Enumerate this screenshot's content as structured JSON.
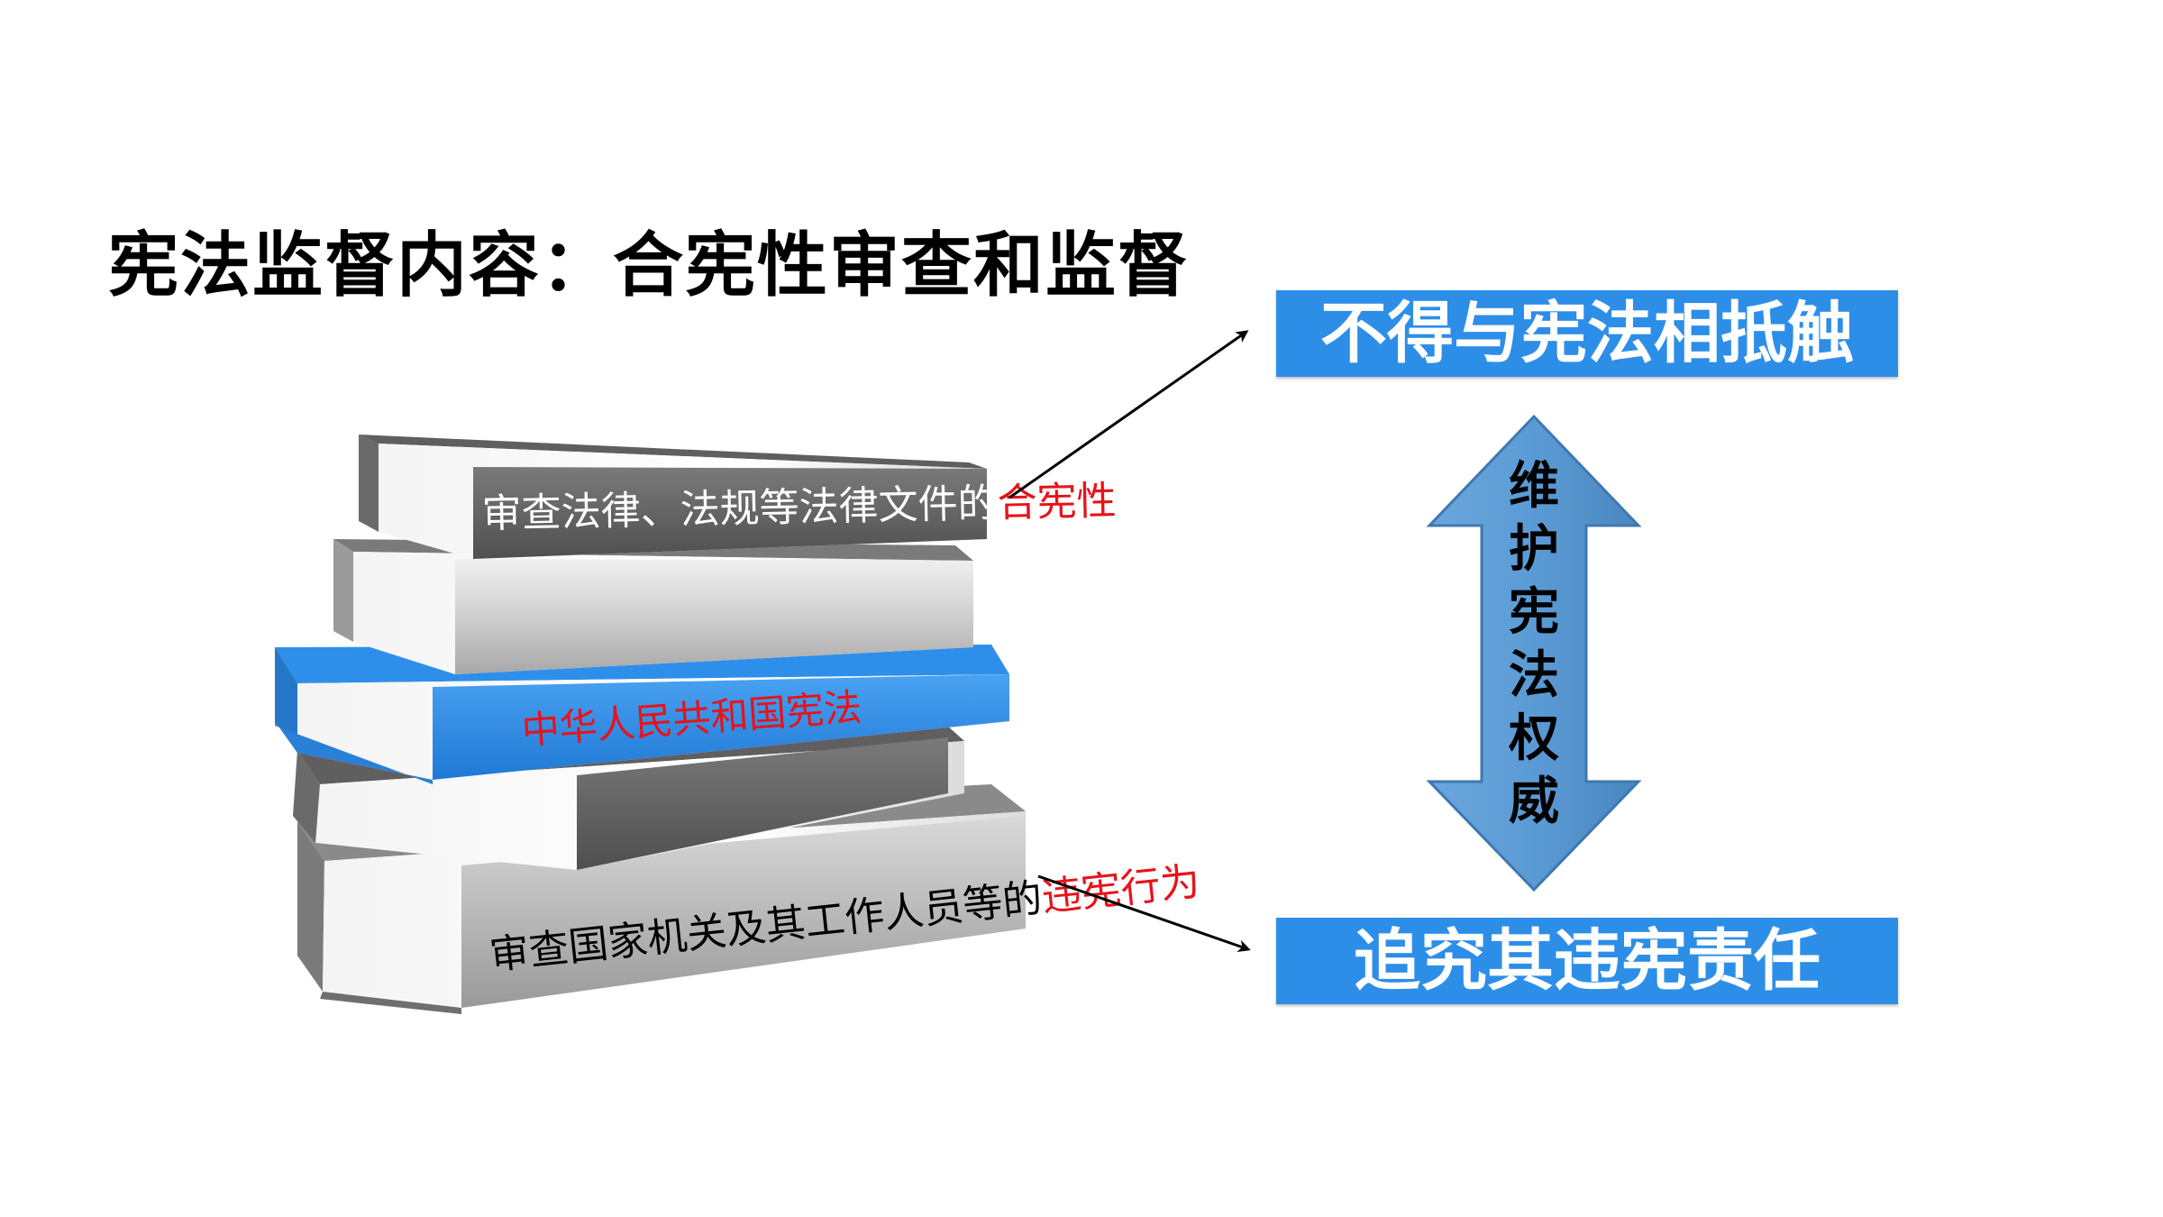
{
  "slide": {
    "title": "宪法监督内容：合宪性审查和监督",
    "books": {
      "top_label_prefix": "审查法律、法规等法律文件的",
      "top_label_highlight": "合宪性",
      "middle_label": "中华人民共和国宪法",
      "bottom_label_prefix": "审查国家机关及其工作人员等的",
      "bottom_label_highlight": "违宪行为"
    },
    "outcomes": {
      "top": "不得与宪法相抵触",
      "bottom": "追究其违宪责任"
    },
    "arrow_label_chars": [
      "维",
      "护",
      "宪",
      "法",
      "权",
      "威"
    ]
  },
  "colors": {
    "box_blue": "#2d8ee8",
    "arrow_blue": "#5b9bd5",
    "highlight_red": "#e8121a",
    "book_dark": "#5f5f5f",
    "book_gray": "#a6a6a6",
    "book_blue": "#2e8fea"
  }
}
